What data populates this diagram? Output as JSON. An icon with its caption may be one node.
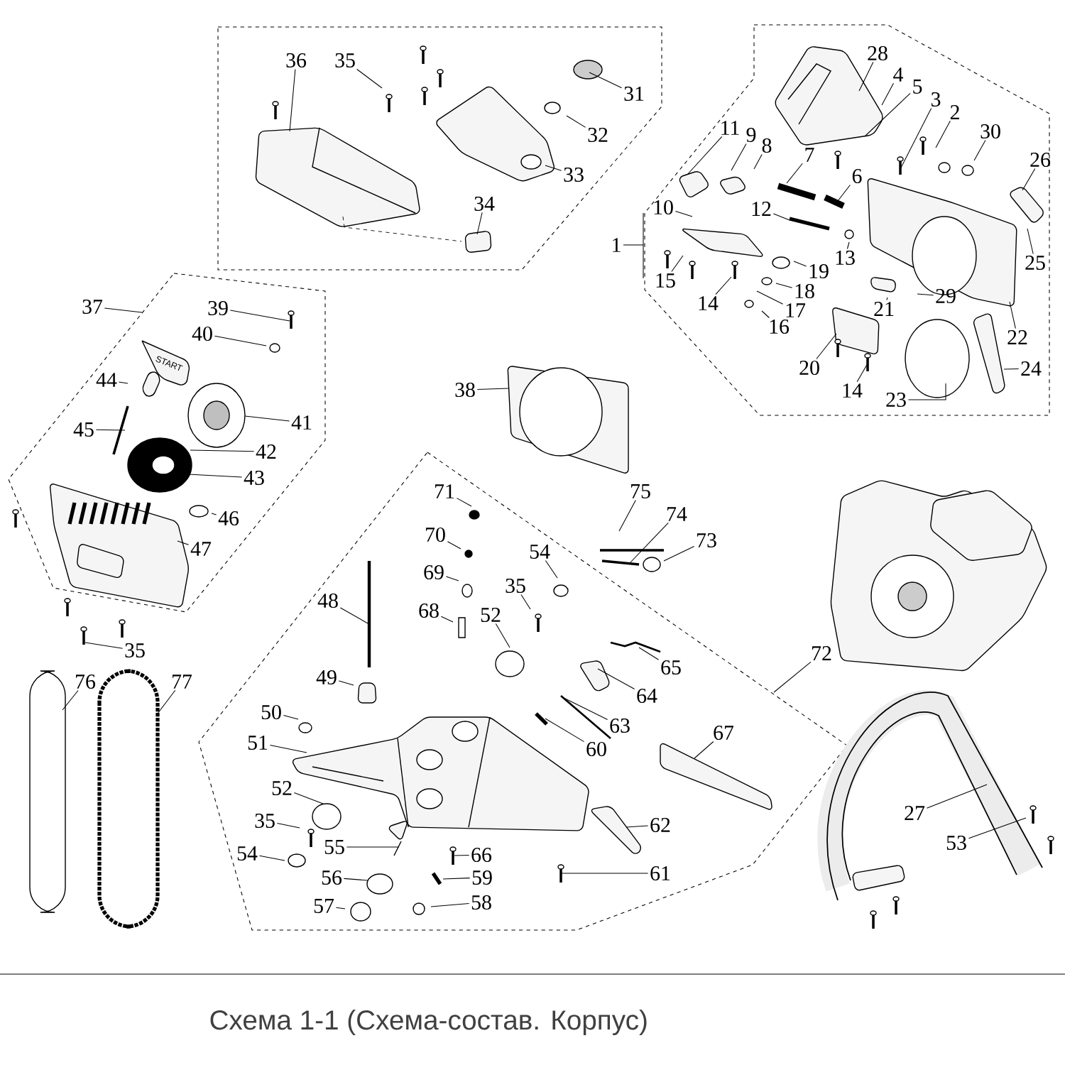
{
  "diagram": {
    "title": "Схема 1-1 (Схема-состав. Корпус)",
    "nodes": [
      {
        "text": [
          "36"
        ]
      },
      {
        "text": [
          "35"
        ]
      },
      {
        "text": [
          "31"
        ]
      },
      {
        "text": [
          "32"
        ]
      },
      {
        "text": [
          "33"
        ]
      },
      {
        "text": [
          "34"
        ]
      },
      {
        "text": [
          "28"
        ]
      },
      {
        "text": [
          "4"
        ]
      },
      {
        "text": [
          "5"
        ]
      },
      {
        "text": [
          "3"
        ]
      },
      {
        "text": [
          "2"
        ]
      },
      {
        "text": [
          "30"
        ]
      },
      {
        "text": [
          "26"
        ]
      },
      {
        "text": [
          "11"
        ]
      },
      {
        "text": [
          "9"
        ]
      },
      {
        "text": [
          "8"
        ]
      },
      {
        "text": [
          "7"
        ]
      },
      {
        "text": [
          "6"
        ]
      },
      {
        "text": [
          "10"
        ]
      },
      {
        "text": [
          "12"
        ]
      },
      {
        "text": [
          "1"
        ]
      },
      {
        "text": [
          "13"
        ]
      },
      {
        "text": [
          "15"
        ]
      },
      {
        "text": [
          "19"
        ]
      },
      {
        "text": [
          "25"
        ]
      },
      {
        "text": [
          "18"
        ]
      },
      {
        "text": [
          "14"
        ]
      },
      {
        "text": [
          "17"
        ]
      },
      {
        "text": [
          "29"
        ]
      },
      {
        "text": [
          "21"
        ]
      },
      {
        "text": [
          "16"
        ]
      },
      {
        "text": [
          "22"
        ]
      },
      {
        "text": [
          "20"
        ]
      },
      {
        "text": [
          "24"
        ]
      },
      {
        "text": [
          "14"
        ]
      },
      {
        "text": [
          "23"
        ]
      },
      {
        "text": [
          "37"
        ]
      },
      {
        "text": [
          "39"
        ]
      },
      {
        "text": [
          "40"
        ]
      },
      {
        "text": [
          "44"
        ]
      },
      {
        "text": [
          "41"
        ]
      },
      {
        "text": [
          "45"
        ]
      },
      {
        "text": [
          "42"
        ]
      },
      {
        "text": [
          "43"
        ]
      },
      {
        "text": [
          "46"
        ]
      },
      {
        "text": [
          "47"
        ]
      },
      {
        "text": [
          "35"
        ]
      },
      {
        "text": [
          "38"
        ]
      },
      {
        "text": [
          "71"
        ]
      },
      {
        "text": [
          "75"
        ]
      },
      {
        "text": [
          "74"
        ]
      },
      {
        "text": [
          "73"
        ]
      },
      {
        "text": [
          "70"
        ]
      },
      {
        "text": [
          "54"
        ]
      },
      {
        "text": [
          "69"
        ]
      },
      {
        "text": [
          "35"
        ]
      },
      {
        "text": [
          "68"
        ]
      },
      {
        "text": [
          "52"
        ]
      },
      {
        "text": [
          "48"
        ]
      },
      {
        "text": [
          "72"
        ]
      },
      {
        "text": [
          "49"
        ]
      },
      {
        "text": [
          "65"
        ]
      },
      {
        "text": [
          "76"
        ]
      },
      {
        "text": [
          "77"
        ]
      },
      {
        "text": [
          "64"
        ]
      },
      {
        "text": [
          "50"
        ]
      },
      {
        "text": [
          "63"
        ]
      },
      {
        "text": [
          "51"
        ]
      },
      {
        "text": [
          "67"
        ]
      },
      {
        "text": [
          "60"
        ]
      },
      {
        "text": [
          "52"
        ]
      },
      {
        "text": [
          "27"
        ]
      },
      {
        "text": [
          "35"
        ]
      },
      {
        "text": [
          "62"
        ]
      },
      {
        "text": [
          "53"
        ]
      },
      {
        "text": [
          "55"
        ]
      },
      {
        "text": [
          "54"
        ]
      },
      {
        "text": [
          "66"
        ]
      },
      {
        "text": [
          "61"
        ]
      },
      {
        "text": [
          "56"
        ]
      },
      {
        "text": [
          "59"
        ]
      },
      {
        "text": [
          "57"
        ]
      },
      {
        "text": [
          "58"
        ]
      }
    ],
    "edges": [
      {
        "from": 0,
        "to": null,
        "arrow": "none"
      },
      {
        "from": 1,
        "to": null,
        "arrow": "none"
      },
      {
        "from": 2,
        "to": null,
        "arrow": "none"
      },
      {
        "from": 3,
        "to": null,
        "arrow": "none"
      },
      {
        "from": 4,
        "to": null,
        "arrow": "none"
      },
      {
        "from": 5,
        "to": null,
        "arrow": "none"
      },
      {
        "from": 6,
        "to": null,
        "arrow": "none"
      },
      {
        "from": 7,
        "to": null,
        "arrow": "none"
      },
      {
        "from": 8,
        "to": null,
        "arrow": "none"
      },
      {
        "from": 9,
        "to": null,
        "arrow": "none"
      },
      {
        "from": 10,
        "to": null,
        "arrow": "none"
      },
      {
        "from": 11,
        "to": null,
        "arrow": "none"
      },
      {
        "from": 12,
        "to": null,
        "arrow": "none"
      },
      {
        "from": 13,
        "to": null,
        "arrow": "none"
      },
      {
        "from": 14,
        "to": null,
        "arrow": "none"
      },
      {
        "from": 15,
        "to": null,
        "arrow": "none"
      },
      {
        "from": 16,
        "to": null,
        "arrow": "none"
      },
      {
        "from": 17,
        "to": null,
        "arrow": "none"
      },
      {
        "from": 18,
        "to": null,
        "arrow": "none"
      },
      {
        "from": 19,
        "to": null,
        "arrow": "none"
      },
      {
        "from": 20,
        "to": null,
        "arrow": "none"
      },
      {
        "from": 21,
        "to": null,
        "arrow": "none"
      },
      {
        "from": 22,
        "to": null,
        "arrow": "none"
      },
      {
        "from": 23,
        "to": null,
        "arrow": "none"
      },
      {
        "from": 24,
        "to": null,
        "arrow": "none"
      },
      {
        "from": 25,
        "to": null,
        "arrow": "none"
      },
      {
        "from": 26,
        "to": null,
        "arrow": "none"
      },
      {
        "from": 27,
        "to": null,
        "arrow": "none"
      },
      {
        "from": 28,
        "to": null,
        "arrow": "none"
      },
      {
        "from": 29,
        "to": null,
        "arrow": "none"
      },
      {
        "from": 30,
        "to": null,
        "arrow": "none"
      },
      {
        "from": 31,
        "to": null,
        "arrow": "none"
      },
      {
        "from": 32,
        "to": null,
        "arrow": "none"
      },
      {
        "from": 33,
        "to": null,
        "arrow": "none"
      },
      {
        "from": 34,
        "to": null,
        "arrow": "none"
      },
      {
        "from": 35,
        "to": null,
        "arrow": "none"
      },
      {
        "from": 36,
        "to": null,
        "arrow": "none"
      },
      {
        "from": 37,
        "to": null,
        "arrow": "none"
      },
      {
        "from": 38,
        "to": null,
        "arrow": "none"
      },
      {
        "from": 39,
        "to": null,
        "arrow": "none"
      },
      {
        "from": 40,
        "to": null,
        "arrow": "none"
      },
      {
        "from": 41,
        "to": null,
        "arrow": "none"
      },
      {
        "from": 42,
        "to": null,
        "arrow": "none"
      },
      {
        "from": 43,
        "to": null,
        "arrow": "none"
      },
      {
        "from": 44,
        "to": null,
        "arrow": "none"
      },
      {
        "from": 45,
        "to": null,
        "arrow": "none"
      },
      {
        "from": 46,
        "to": null,
        "arrow": "none"
      },
      {
        "from": 47,
        "to": null,
        "arrow": "none"
      },
      {
        "from": 48,
        "to": null,
        "arrow": "none"
      },
      {
        "from": 49,
        "to": null,
        "arrow": "none"
      },
      {
        "from": 50,
        "to": null,
        "arrow": "none"
      },
      {
        "from": 51,
        "to": null,
        "arrow": "none"
      },
      {
        "from": 52,
        "to": null,
        "arrow": "none"
      },
      {
        "from": 53,
        "to": null,
        "arrow": "none"
      },
      {
        "from": 54,
        "to": null,
        "arrow": "none"
      },
      {
        "from": 55,
        "to": null,
        "arrow": "none"
      },
      {
        "from": 56,
        "to": null,
        "arrow": "none"
      },
      {
        "from": 57,
        "to": null,
        "arrow": "none"
      },
      {
        "from": 58,
        "to": null,
        "arrow": "none"
      },
      {
        "from": 59,
        "to": null,
        "arrow": "none"
      },
      {
        "from": 60,
        "to": null,
        "arrow": "none"
      },
      {
        "from": 61,
        "to": null,
        "arrow": "none"
      },
      {
        "from": 62,
        "to": null,
        "arrow": "none"
      },
      {
        "from": 63,
        "to": null,
        "arrow": "none"
      },
      {
        "from": 64,
        "to": null,
        "arrow": "none"
      },
      {
        "from": 65,
        "to": null,
        "arrow": "none"
      },
      {
        "from": 66,
        "to": null,
        "arrow": "none"
      },
      {
        "from": 67,
        "to": null,
        "arrow": "none"
      },
      {
        "from": 68,
        "to": null,
        "arrow": "none"
      },
      {
        "from": 69,
        "to": null,
        "arrow": "none"
      },
      {
        "from": 70,
        "to": null,
        "arrow": "none"
      },
      {
        "from": 71,
        "to": null,
        "arrow": "none"
      },
      {
        "from": 72,
        "to": null,
        "arrow": "none"
      },
      {
        "from": 73,
        "to": null,
        "arrow": "none"
      },
      {
        "from": 74,
        "to": null,
        "arrow": "none"
      },
      {
        "from": 75,
        "to": null,
        "arrow": "none"
      },
      {
        "from": 76,
        "to": null,
        "arrow": "none"
      },
      {
        "from": 77,
        "to": null,
        "arrow": "none"
      },
      {
        "from": 78,
        "to": null,
        "arrow": "none"
      },
      {
        "from": 79,
        "to": null,
        "arrow": "none"
      },
      {
        "from": 80,
        "to": null,
        "arrow": "none"
      },
      {
        "from": 81,
        "to": null,
        "arrow": "none"
      },
      {
        "from": 82,
        "to": null,
        "arrow": "none"
      }
    ],
    "labels": [
      "START"
    ]
  }
}
